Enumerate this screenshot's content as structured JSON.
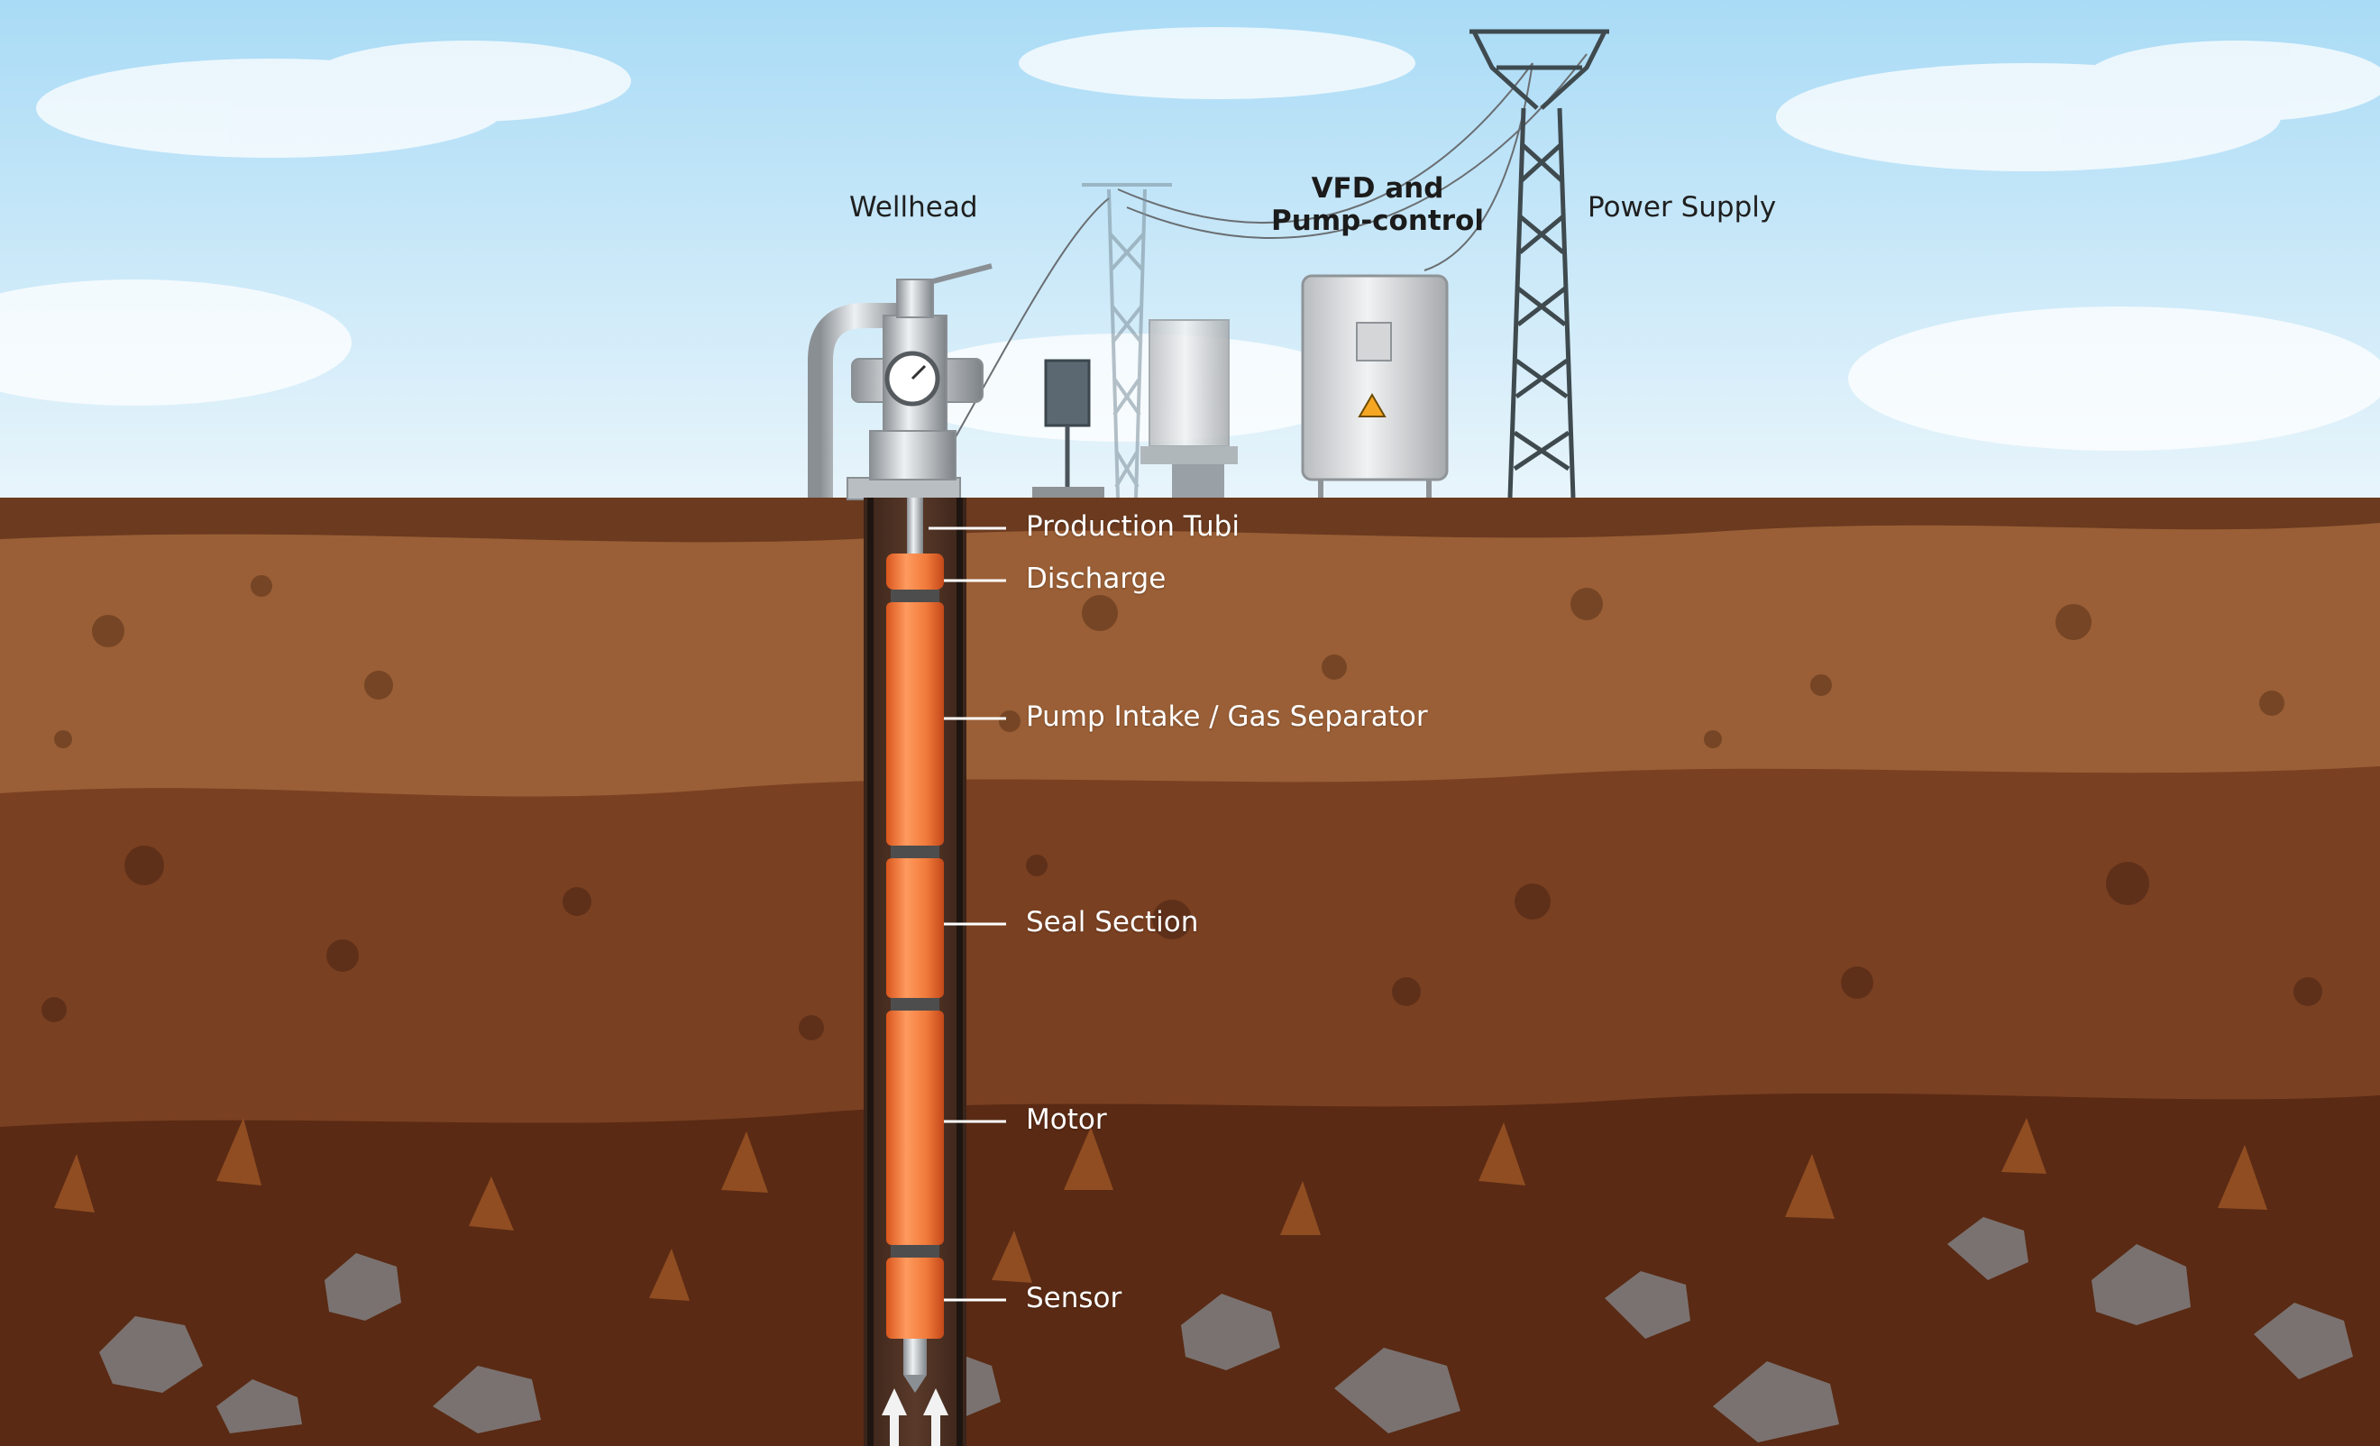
{
  "surface_labels": {
    "wellhead": "Wellhead",
    "vfd_line1": "VFD and",
    "vfd_line2": "Pump-control",
    "power_supply": "Power Supply"
  },
  "downhole_labels": {
    "production_tubing": "Production Tubi",
    "discharge": "Discharge",
    "pump_intake": "Pump Intake / Gas Separator",
    "seal_section": "Seal Section",
    "motor": "Motor",
    "sensor": "Sensor"
  },
  "colors": {
    "sky": "#bfe4f8",
    "soil_top": "#9a5f36",
    "soil_mid": "#7a4022",
    "soil_deep": "#5a2a14",
    "pump_orange": "#f07a3a",
    "casing": "#2a1e18",
    "label_white": "#ffffff"
  },
  "icons": [
    "wellhead-icon",
    "vfd-cabinet-icon",
    "transmission-tower-icon",
    "solar-panel-icon",
    "transformer-icon",
    "warning-icon",
    "flow-arrow-icon"
  ]
}
